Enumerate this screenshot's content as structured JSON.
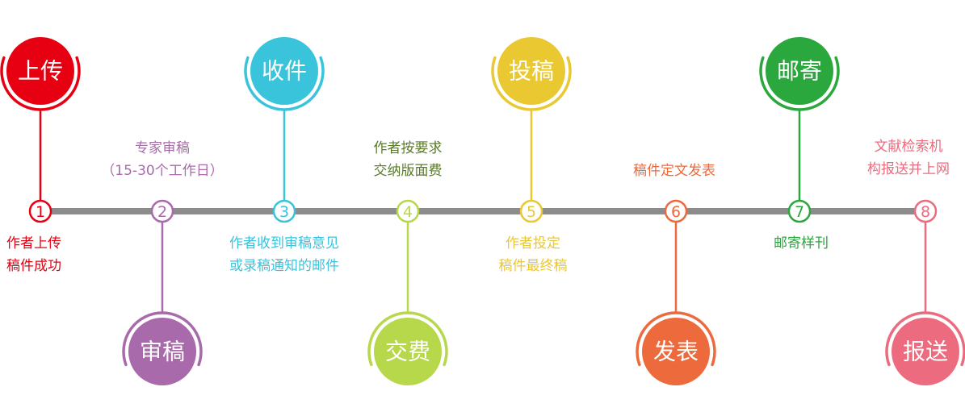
{
  "title": "",
  "steps": [
    {
      "number": "1",
      "label": "上传",
      "color": "#e60012",
      "position": "top",
      "desc": [
        "作者上传",
        "稿件成功"
      ],
      "desc_side": "below"
    },
    {
      "number": "2",
      "label": "审稿",
      "color": "#a96aab",
      "position": "bottom",
      "desc": [
        "专家审稿",
        "（15-30个工作日）"
      ],
      "desc_side": "above"
    },
    {
      "number": "3",
      "label": "收件",
      "color": "#39c4dc",
      "position": "top",
      "desc": [
        "作者收到审稿意见",
        "或录稿通知的邮件"
      ],
      "desc_side": "below"
    },
    {
      "number": "4",
      "label": "交费",
      "color": "#b6d84a",
      "position": "bottom",
      "desc": [
        "作者按要求",
        "交纳版面费"
      ],
      "desc_side": "above"
    },
    {
      "number": "5",
      "label": "投稿",
      "color": "#e9c832",
      "position": "top",
      "desc": [
        "作者投定",
        "稿件最终稿"
      ],
      "desc_side": "below"
    },
    {
      "number": "6",
      "label": "发表",
      "color": "#ec6a3c",
      "position": "bottom",
      "desc": [
        "稿件定文发表"
      ],
      "desc_side": "above"
    },
    {
      "number": "7",
      "label": "邮寄",
      "color": "#2aa73d",
      "position": "top",
      "desc": [
        "邮寄样刊"
      ],
      "desc_side": "below"
    },
    {
      "number": "8",
      "label": "报送",
      "color": "#ec6b7f",
      "position": "bottom",
      "desc": [
        "文献检索机",
        "构报送并上网"
      ],
      "desc_side": "above"
    }
  ],
  "desc_colors": [
    "#e60012",
    "#a96aab",
    "#39c4dc",
    "#5a7a2a",
    "#e9c832",
    "#ec6a3c",
    "#2aa73d",
    "#ec6b7f"
  ],
  "timeline_color": "#8c8c8c"
}
